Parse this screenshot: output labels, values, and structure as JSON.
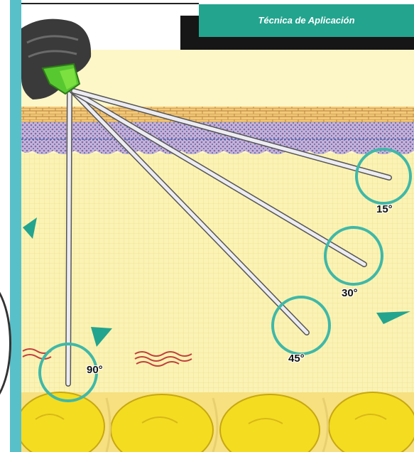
{
  "header": {
    "title": "Técnica de Aplicación"
  },
  "angles": [
    {
      "label": "15°"
    },
    {
      "label": "30°"
    },
    {
      "label": "45°"
    },
    {
      "label": "90°"
    }
  ],
  "colors": {
    "teal": "#23a48e",
    "ring": "#3fb8a8",
    "skin_yellow": "#fbf3b4",
    "fat_yellow": "#f4dc20",
    "needle": "#e8e8ee",
    "hub_green": "#58c830"
  }
}
